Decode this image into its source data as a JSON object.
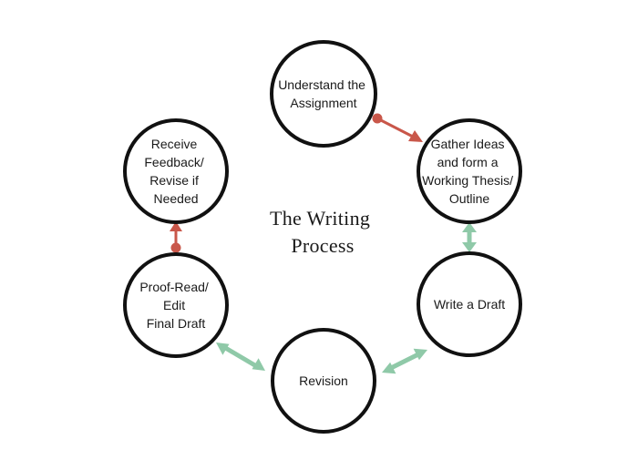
{
  "title": [
    "The Writing",
    "Process"
  ],
  "colors": {
    "outline": "#111111",
    "one_way_arrow": "#c9574a",
    "two_way_arrow": "#8fc9a8"
  },
  "nodes": [
    {
      "id": "understand",
      "lines": [
        "Understand the",
        "Assignment"
      ]
    },
    {
      "id": "gather",
      "lines": [
        "Gather Ideas",
        "and form a",
        "Working Thesis/",
        "Outline"
      ]
    },
    {
      "id": "draft",
      "lines": [
        "Write a Draft"
      ]
    },
    {
      "id": "revision",
      "lines": [
        "Revision"
      ]
    },
    {
      "id": "proofread",
      "lines": [
        "Proof-Read/",
        "Edit",
        "Final Draft"
      ]
    },
    {
      "id": "feedback",
      "lines": [
        "Receive",
        "Feedback/",
        "Revise if",
        "Needed"
      ]
    }
  ],
  "connections": [
    {
      "from": "understand",
      "to": "gather",
      "style": "one-way"
    },
    {
      "from": "gather",
      "to": "draft",
      "style": "two-way"
    },
    {
      "from": "draft",
      "to": "revision",
      "style": "two-way"
    },
    {
      "from": "revision",
      "to": "proofread",
      "style": "two-way"
    },
    {
      "from": "proofread",
      "to": "feedback",
      "style": "one-way"
    }
  ]
}
